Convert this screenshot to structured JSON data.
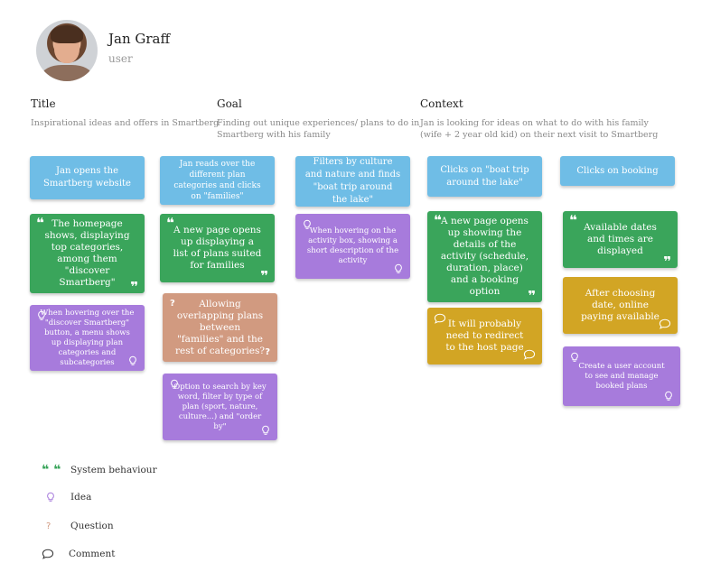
{
  "persona": {
    "name": "Jan Graff",
    "role": "user"
  },
  "columns": {
    "title": {
      "heading": "Title",
      "text": "Inspirational ideas and offers in Smartberg"
    },
    "goal": {
      "heading": "Goal",
      "text_line1": "Finding out unique experiences/ plans to do in",
      "text_line2": "Smartberg with his family"
    },
    "context": {
      "heading": "Context",
      "text_line1": "Jan is looking for ideas on what to do with his family",
      "text_line2": "(wife + 2 year old kid) on their next visit to Smartberg"
    }
  },
  "steps": [
    {
      "action": "Jan opens the Smartberg website",
      "notes": [
        {
          "kind": "system",
          "text": "The homepage shows, displaying top categories, among them \"discover Smartberg\""
        },
        {
          "kind": "idea",
          "text": "When hovering over the \"discover Smartberg\" button, a menu shows up displaying plan categories and subcategories"
        }
      ]
    },
    {
      "action": "Jan reads over the different plan categories and clicks on \"families\"",
      "notes": [
        {
          "kind": "system",
          "text": "A new page opens up displaying a list of plans suited for families"
        },
        {
          "kind": "question",
          "text": "Allowing overlapping plans between \"families\" and the rest of categories?"
        },
        {
          "kind": "idea",
          "text": "Option to search by key word, filter by type of plan (sport, nature, culture...) and \"order by\""
        }
      ]
    },
    {
      "action": "Filters by culture and nature and finds \"boat trip around the lake\"",
      "notes": [
        {
          "kind": "idea",
          "text": "When hovering on the activity box, showing a short description of the activity"
        }
      ]
    },
    {
      "action": "Clicks on \"boat trip around the lake\"",
      "notes": [
        {
          "kind": "system",
          "text": "A new page opens up showing the details of the activity (schedule, duration, place) and a booking option"
        },
        {
          "kind": "comment",
          "text": "It will probably need to redirect to the host page"
        }
      ]
    },
    {
      "action": "Clicks on booking",
      "notes": [
        {
          "kind": "system",
          "text": "Available dates and times are displayed"
        },
        {
          "kind": "comment",
          "text": "After choosing date, online paying available"
        },
        {
          "kind": "idea",
          "text": "Create a user account to see and manage booked plans"
        }
      ]
    }
  ],
  "legend": {
    "system": "System behaviour",
    "idea": "Idea",
    "question": "Question",
    "comment": "Comment"
  },
  "colors": {
    "action": "#6fbde6",
    "system": "#3aa55b",
    "idea": "#a77bdc",
    "question": "#d19a80",
    "comment": "#d2a524"
  },
  "icons": {
    "system": "quote-icon",
    "idea": "lightbulb-icon",
    "question": "question-mark-icon",
    "comment": "speech-bubble-icon"
  }
}
